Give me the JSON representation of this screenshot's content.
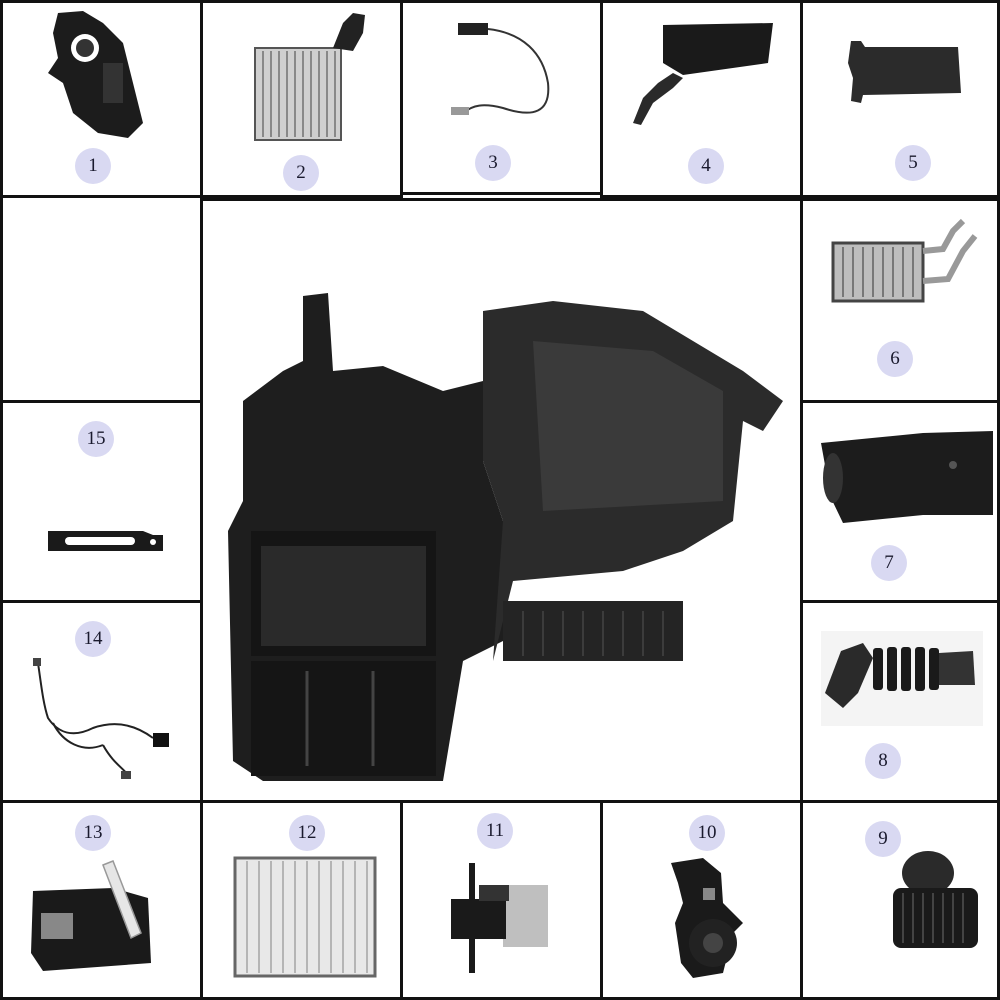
{
  "parts": [
    {
      "id": "1",
      "icon": "blower-housing-part"
    },
    {
      "id": "2",
      "icon": "evaporator-core"
    },
    {
      "id": "3",
      "icon": "temperature-sensor-wire"
    },
    {
      "id": "4",
      "icon": "duct-with-hose"
    },
    {
      "id": "5",
      "icon": "air-duct"
    },
    {
      "id": "6",
      "icon": "heater-core"
    },
    {
      "id": "7",
      "icon": "air-intake-duct"
    },
    {
      "id": "8",
      "icon": "corrugated-drain-hose"
    },
    {
      "id": "9",
      "icon": "blower-motor"
    },
    {
      "id": "10",
      "icon": "blower-motor-housing"
    },
    {
      "id": "11",
      "icon": "blower-resistor"
    },
    {
      "id": "12",
      "icon": "cabin-air-filter"
    },
    {
      "id": "13",
      "icon": "actuator-motor"
    },
    {
      "id": "14",
      "icon": "wiring-harness"
    },
    {
      "id": "15",
      "icon": "mounting-bracket"
    }
  ],
  "center": {
    "icon": "hvac-assembly"
  }
}
